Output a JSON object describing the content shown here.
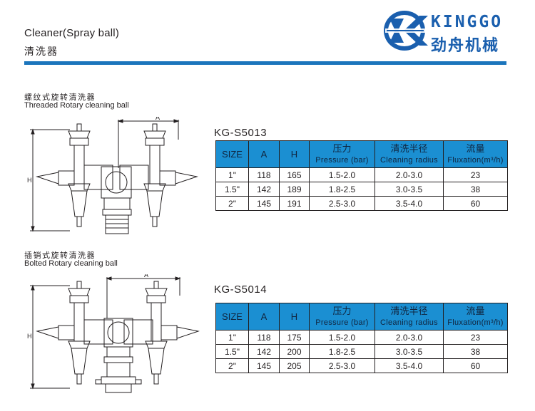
{
  "header": {
    "title": "Cleaner(Spray ball)",
    "title_cn": "清洗器"
  },
  "logo": {
    "brand_en": "KINGGO",
    "brand_cn": "劲舟机械",
    "brand_color": "#1a5fae"
  },
  "accent_color": "#1b75bc",
  "table_header_color": "#1b8fd2",
  "sections": [
    {
      "title_cn": "螺纹式旋转清洗器",
      "title_en": "Threaded Rotary cleaning ball",
      "model": "KG-S5013",
      "dim_labels": {
        "a": "A",
        "h": "H"
      },
      "table": {
        "headers": [
          {
            "main": "SIZE",
            "sub": ""
          },
          {
            "main": "A",
            "sub": ""
          },
          {
            "main": "H",
            "sub": ""
          },
          {
            "main": "压力",
            "sub": "Pressure (bar)"
          },
          {
            "main": "清洗半径",
            "sub": "Cleaning radius"
          },
          {
            "main": "流量",
            "sub": "Fluxation(m³/h)"
          }
        ],
        "rows": [
          [
            "1\"",
            "118",
            "165",
            "1.5-2.0",
            "2.0-3.0",
            "23"
          ],
          [
            "1.5\"",
            "142",
            "189",
            "1.8-2.5",
            "3.0-3.5",
            "38"
          ],
          [
            "2\"",
            "145",
            "191",
            "2.5-3.0",
            "3.5-4.0",
            "60"
          ]
        ]
      }
    },
    {
      "title_cn": "插销式旋转清洗器",
      "title_en": "Bolted Rotary cleaning ball",
      "model": "KG-S5014",
      "dim_labels": {
        "a": "A",
        "h": "H"
      },
      "table": {
        "headers": [
          {
            "main": "SIZE",
            "sub": ""
          },
          {
            "main": "A",
            "sub": ""
          },
          {
            "main": "H",
            "sub": ""
          },
          {
            "main": "压力",
            "sub": "Pressure (bar)"
          },
          {
            "main": "清洗半径",
            "sub": "Cleaning radius"
          },
          {
            "main": "流量",
            "sub": "Fluxation(m³/h)"
          }
        ],
        "rows": [
          [
            "1\"",
            "118",
            "175",
            "1.5-2.0",
            "2.0-3.0",
            "23"
          ],
          [
            "1.5\"",
            "142",
            "200",
            "1.8-2.5",
            "3.0-3.5",
            "38"
          ],
          [
            "2\"",
            "145",
            "205",
            "2.5-3.0",
            "3.5-4.0",
            "60"
          ]
        ]
      }
    }
  ]
}
